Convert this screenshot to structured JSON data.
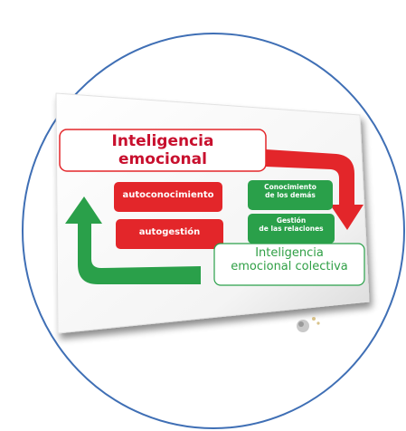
{
  "title_box": {
    "line1": "Inteligencia",
    "line2": "emocional"
  },
  "left_items": [
    "autoconocimiento",
    "autogestión"
  ],
  "right_items": [
    {
      "line1": "Conocimiento",
      "line2": "de los demás"
    },
    {
      "line1": "Gestión",
      "line2": "de las relaciones"
    }
  ],
  "bottom_box": {
    "line1": "Inteligencia",
    "line2": "emocional colectiva"
  },
  "colors": {
    "circle": "#3f6fb5",
    "red": "#e3262a",
    "green": "#2aa04a",
    "title_text": "#c8102e",
    "bottom_text": "#2f9f45"
  }
}
